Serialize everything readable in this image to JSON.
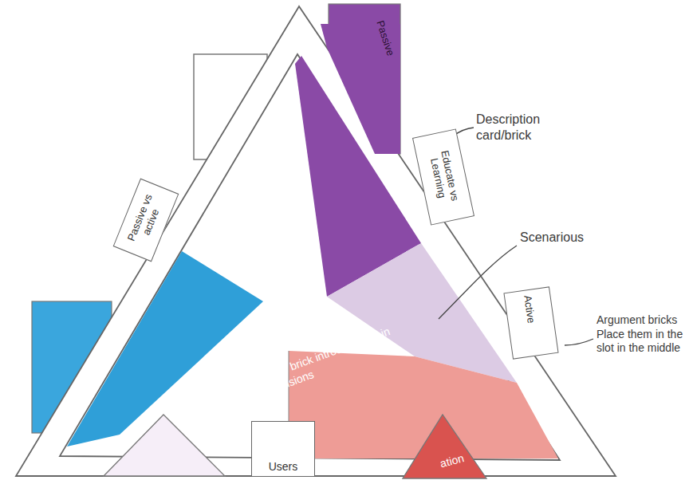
{
  "diagram": {
    "nodes": [
      {
        "text": [
          "Passive"
        ]
      },
      {
        "text": [
          "Passive vs active"
        ]
      },
      {
        "text": [
          "Educate vs Learning"
        ]
      },
      {
        "text": [
          "Active"
        ]
      },
      {
        "text": [
          "Users"
        ]
      }
    ],
    "labels": [
      "Description card/brick",
      "Scenarious",
      "Argument bricks Place them in the slot in the middle",
      "The brick introduces main tensions",
      "ation"
    ]
  }
}
